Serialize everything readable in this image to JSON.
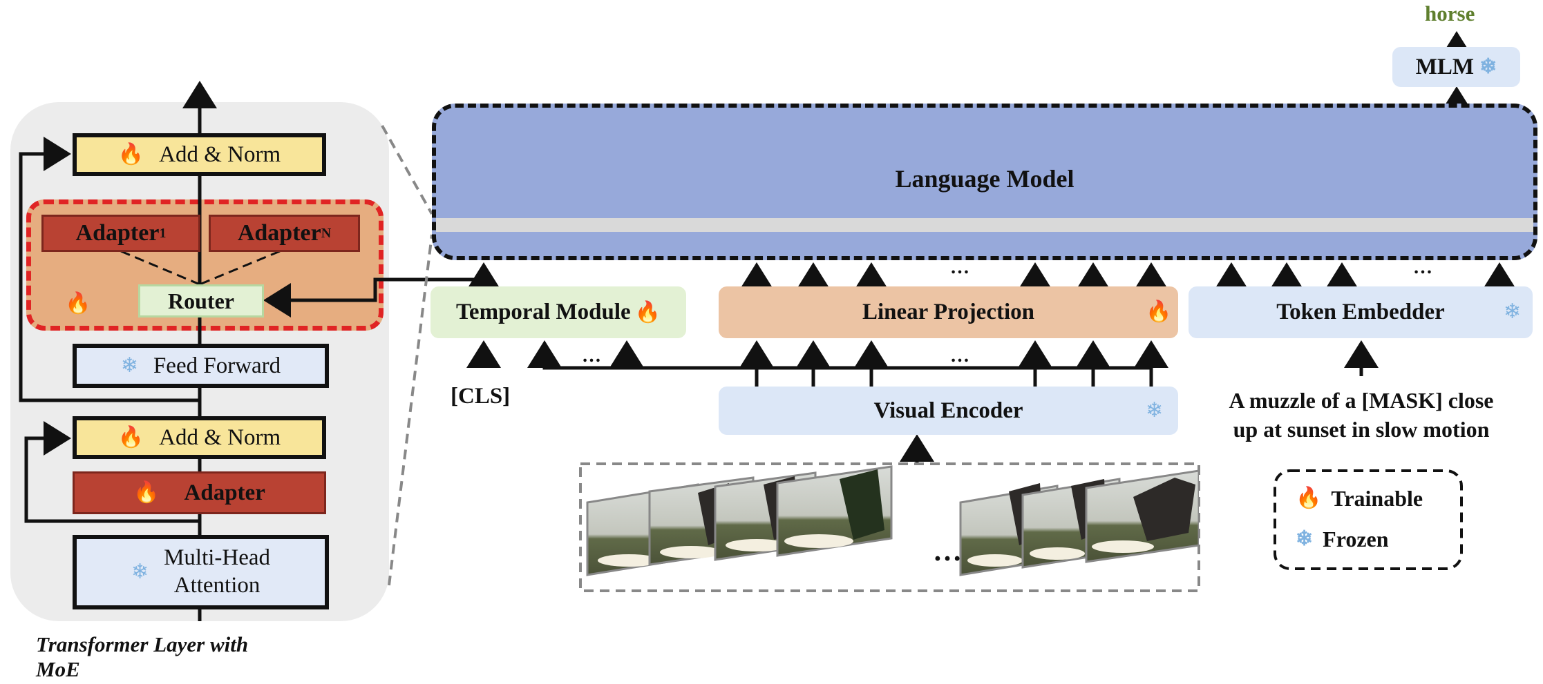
{
  "transformer_layer": {
    "caption_line1": "Transformer Layer with",
    "caption_line2": "MoE",
    "add_norm_top": "Add & Norm",
    "adapter_1_main": "Adapter",
    "adapter_1_sub": "1",
    "adapter_n_main": "Adapter",
    "adapter_n_sub": "N",
    "router": "Router",
    "feed_forward": "Feed Forward",
    "add_norm_bottom": "Add & Norm",
    "adapter": "Adapter",
    "attention_line1": "Multi-Head",
    "attention_line2": "Attention"
  },
  "main": {
    "language_model": "Language Model",
    "mlm": "MLM",
    "output_word": "horse",
    "temporal_module": "Temporal Module",
    "linear_projection": "Linear Projection",
    "token_embedder": "Token Embedder",
    "visual_encoder": "Visual Encoder",
    "cls_token": "[CLS]",
    "caption_line1": "A muzzle of a [MASK] close",
    "caption_line2": "up at sunset in slow motion",
    "ellipsis": "…",
    "frames_ellipsis": "…"
  },
  "legend": {
    "trainable": "Trainable",
    "frozen": "Frozen"
  },
  "icons": {
    "trainable": "flame-icon",
    "frozen": "snowflake-icon"
  },
  "colors": {
    "language_model": "#97a9da",
    "linear_projection": "#ecc4a4",
    "temporal_module": "#e3f1d4",
    "frozen_modules": "#dce7f7",
    "add_norm": "#f8e59a",
    "adapter": "#b94233",
    "moe_region": "#e6ad80",
    "moe_border": "#e02424",
    "output_word": "#5f7f2e"
  }
}
